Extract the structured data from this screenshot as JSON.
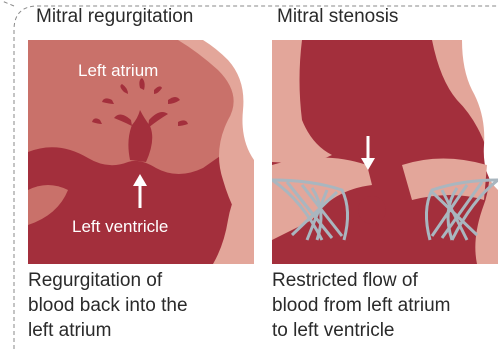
{
  "panels": [
    {
      "title": "Mitral regurgitation",
      "labels": {
        "upper": "Left atrium",
        "lower": "Left ventricle"
      },
      "caption": [
        "Regurgitation of",
        "blood back into the",
        "left atrium"
      ]
    },
    {
      "title": "Mitral stenosis",
      "caption": [
        "Restricted flow of",
        "blood from left atrium",
        "to left ventricle"
      ]
    }
  ],
  "colors": {
    "blood_dark": "#a32f3c",
    "tissue_mid": "#c9716a",
    "tissue_light": "#e3a69a",
    "leaflet_grey": "#a9b6bf"
  }
}
